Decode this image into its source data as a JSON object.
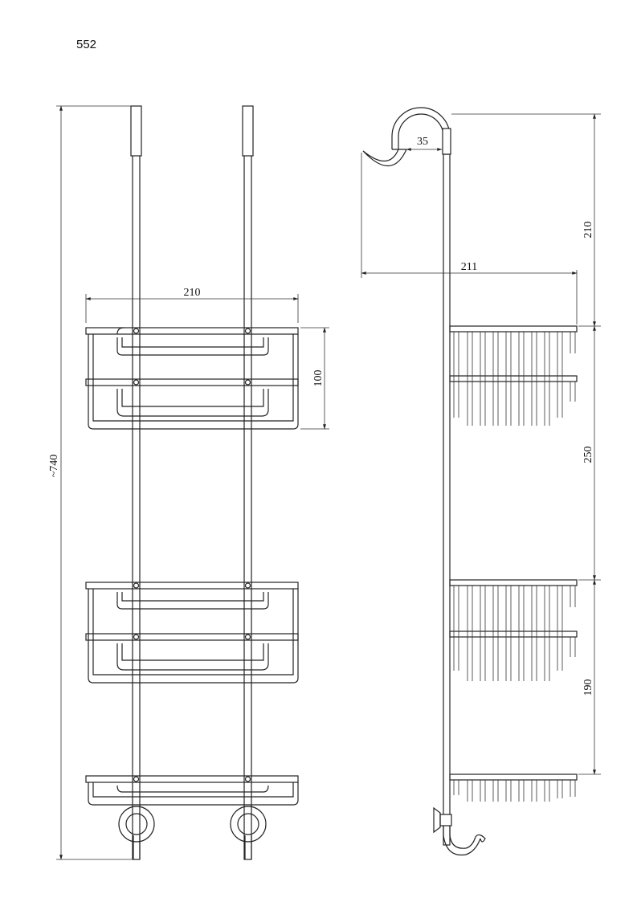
{
  "model_number": "552",
  "dimensions": {
    "front_width": "210",
    "basket_height": "100",
    "overall_height": "~740",
    "hook_depth": "35",
    "hook_to_top_shelf": "210",
    "side_depth": "211",
    "top_to_middle_shelf": "250",
    "middle_to_bottom_shelf": "190"
  },
  "colors": {
    "line": "#222222",
    "background": "#ffffff"
  }
}
